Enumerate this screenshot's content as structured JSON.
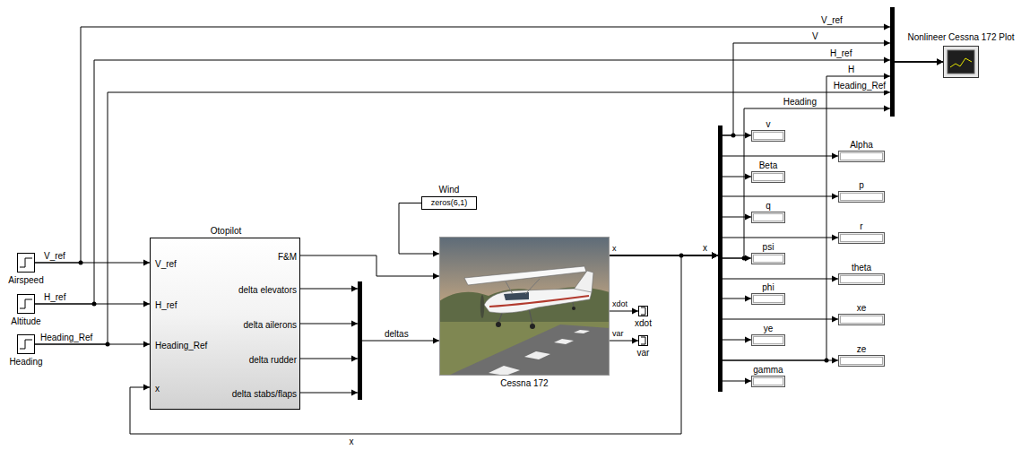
{
  "diagram": {
    "nodes": [
      {
        "text": [
          "Airspeed"
        ]
      },
      {
        "text": [
          "Altitude"
        ]
      },
      {
        "text": [
          "Heading"
        ]
      },
      {
        "text": [
          "Otopilot",
          "V_ref",
          "H_ref",
          "Heading_Ref",
          "x",
          "F&M",
          "delta elevators",
          "delta ailerons",
          "delta rudder",
          "delta stabs/flaps"
        ]
      },
      {
        "text": [
          "Wind",
          "zeros(6,1)"
        ]
      },
      {
        "text": [
          "Cessna 172",
          "x",
          "xdot",
          "var"
        ]
      },
      {
        "text": [
          "xdot"
        ]
      },
      {
        "text": [
          "var"
        ]
      },
      {
        "text": [
          "v"
        ]
      },
      {
        "text": [
          "Alpha"
        ]
      },
      {
        "text": [
          "Beta"
        ]
      },
      {
        "text": [
          "p"
        ]
      },
      {
        "text": [
          "q"
        ]
      },
      {
        "text": [
          "r"
        ]
      },
      {
        "text": [
          "psi"
        ]
      },
      {
        "text": [
          "theta"
        ]
      },
      {
        "text": [
          "phi"
        ]
      },
      {
        "text": [
          "xe"
        ]
      },
      {
        "text": [
          "ye"
        ]
      },
      {
        "text": [
          "ze"
        ]
      },
      {
        "text": [
          "gamma"
        ]
      },
      {
        "text": [
          "Nonlineer Cessna 172 Plot"
        ]
      }
    ],
    "edges": [
      {
        "from": 0,
        "to": 3,
        "arrow": "to",
        "label": "V_ref"
      },
      {
        "from": 1,
        "to": 3,
        "arrow": "to",
        "label": "H_ref"
      },
      {
        "from": 2,
        "to": 3,
        "arrow": "to",
        "label": "Heading_Ref"
      },
      {
        "from": 3,
        "to": 5,
        "arrow": "to"
      },
      {
        "from": 3,
        "to": 5,
        "arrow": "to",
        "label": "deltas"
      },
      {
        "from": 4,
        "to": 5,
        "arrow": "to"
      },
      {
        "from": 5,
        "to": 6,
        "arrow": "to"
      },
      {
        "from": 5,
        "to": 7,
        "arrow": "to"
      },
      {
        "from": 5,
        "to": 3,
        "arrow": "to",
        "label": "x"
      },
      {
        "from": 5,
        "to": 8,
        "arrow": "to"
      },
      {
        "from": 5,
        "to": 9,
        "arrow": "to"
      },
      {
        "from": 5,
        "to": 10,
        "arrow": "to"
      },
      {
        "from": 5,
        "to": 11,
        "arrow": "to"
      },
      {
        "from": 5,
        "to": 12,
        "arrow": "to"
      },
      {
        "from": 5,
        "to": 13,
        "arrow": "to"
      },
      {
        "from": 5,
        "to": 14,
        "arrow": "to"
      },
      {
        "from": 5,
        "to": 15,
        "arrow": "to"
      },
      {
        "from": 5,
        "to": 16,
        "arrow": "to"
      },
      {
        "from": 5,
        "to": 17,
        "arrow": "to"
      },
      {
        "from": 5,
        "to": 18,
        "arrow": "to"
      },
      {
        "from": 5,
        "to": 19,
        "arrow": "to"
      },
      {
        "from": 5,
        "to": 20,
        "arrow": "to"
      },
      {
        "from": 0,
        "to": 21,
        "arrow": "to"
      },
      {
        "from": 1,
        "to": 21,
        "arrow": "to"
      },
      {
        "from": 2,
        "to": 21,
        "arrow": "to"
      },
      {
        "from": 5,
        "to": 21,
        "arrow": "to"
      }
    ],
    "labels": [
      "x",
      "V_ref",
      "V",
      "H_ref",
      "H",
      "Heading_Ref",
      "Heading"
    ]
  }
}
